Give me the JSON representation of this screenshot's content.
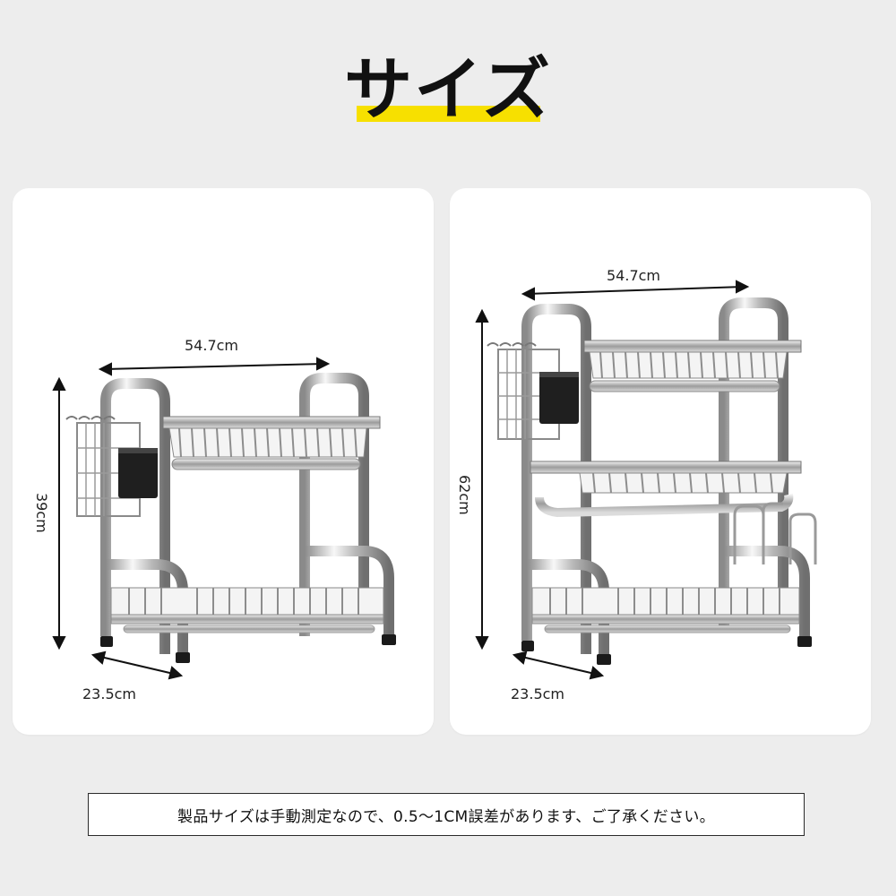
{
  "header": {
    "title": "サイズ",
    "accent_color": "#f7e000"
  },
  "panels": [
    {
      "id": "two-tier",
      "width_label": "54.7cm",
      "height_label": "39cm",
      "depth_label": "23.5cm",
      "icon": "dish-rack-two-tier-icon"
    },
    {
      "id": "three-tier",
      "width_label": "54.7cm",
      "height_label": "62cm",
      "depth_label": "23.5cm",
      "icon": "dish-rack-three-tier-icon"
    }
  ],
  "note": {
    "text": "製品サイズは手動測定なので、0.5～1CM誤差があります、ご了承ください。"
  }
}
